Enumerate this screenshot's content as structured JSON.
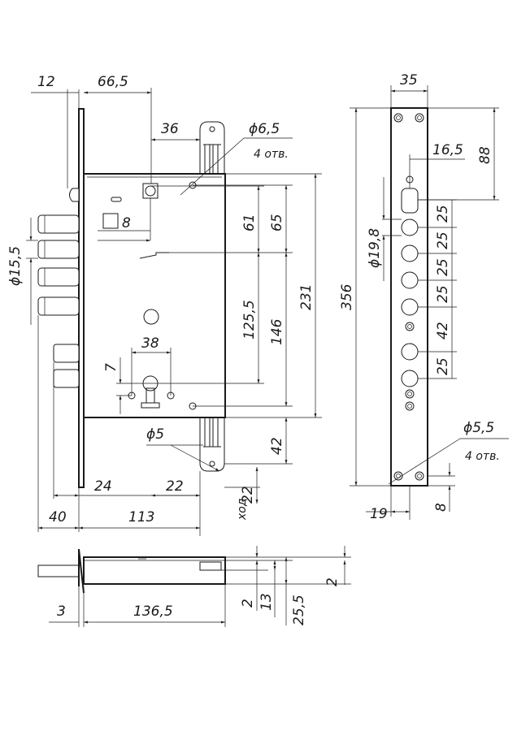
{
  "drawing": {
    "top_dims": {
      "d12": "12",
      "d66_5": "66,5",
      "d36": "36",
      "d6_5": "ϕ6,5",
      "holes_note": "4 отв."
    },
    "lock_dims": {
      "sq8": "8",
      "d61": "61",
      "d65": "65",
      "d125_5": "125,5",
      "d146": "146",
      "d231": "231",
      "d38": "38",
      "d7": "7",
      "d15_5": "ϕ15,5"
    },
    "lower_dims": {
      "d5": "ϕ5",
      "d42": "42",
      "d22a": "22",
      "d24": "24",
      "d22b": "22",
      "hod": "ход",
      "d40": "40",
      "d113": "113"
    },
    "plate_dims": {
      "d35": "35",
      "d16_5": "16,5",
      "d88": "88",
      "d356": "356",
      "d19_8": "ϕ19,8",
      "s25a": "25",
      "s25b": "25",
      "s25c": "25",
      "s25d": "25",
      "s42": "42",
      "s25e": "25",
      "d5_5": "ϕ5,5",
      "holes_note": "4 отв.",
      "d19": "19",
      "d8": "8"
    },
    "side_dims": {
      "d3": "3",
      "d136_5": "136,5",
      "d2a": "2",
      "d13": "13",
      "d25_5": "25,5",
      "d2b": "2"
    }
  }
}
